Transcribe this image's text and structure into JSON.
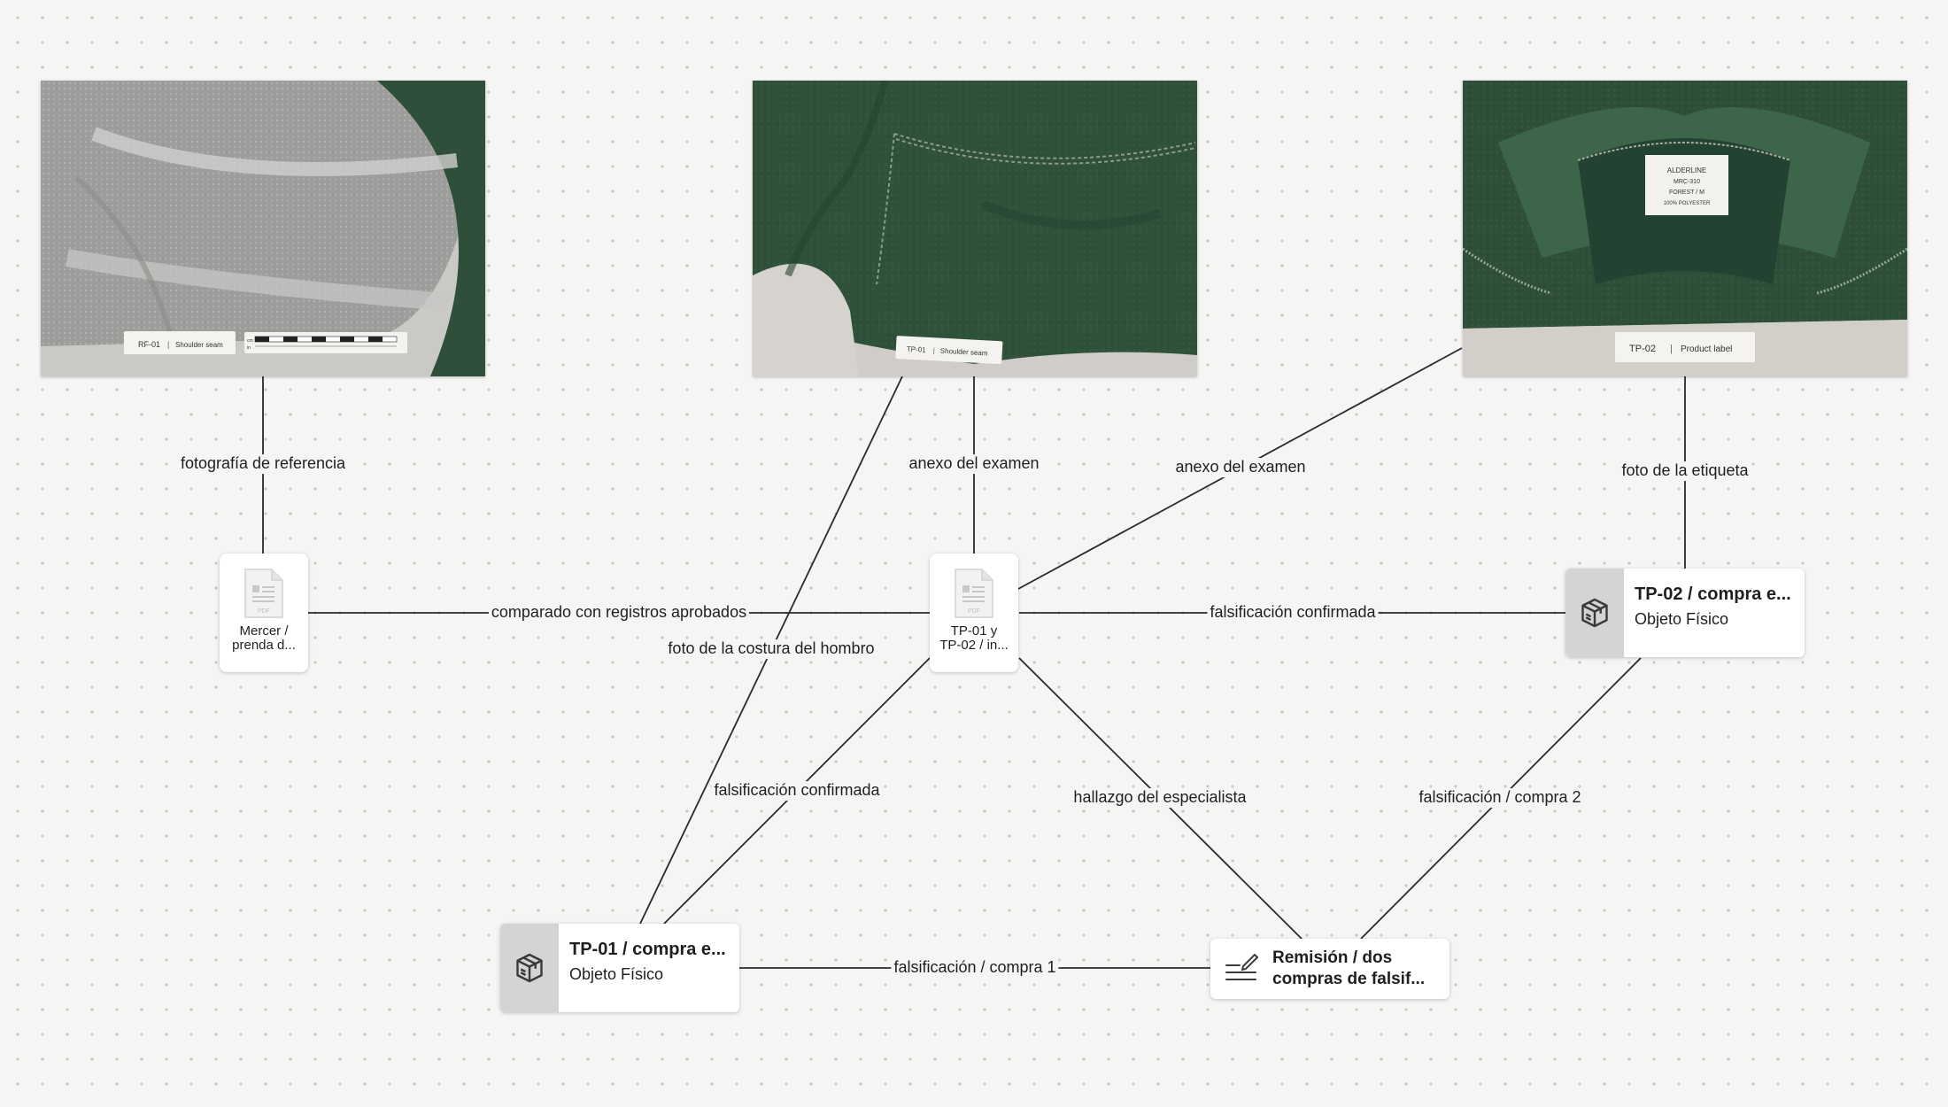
{
  "photos": {
    "rf01": {
      "tag_id": "RF-01",
      "tag_text": "Shoulder seam",
      "scale_units": [
        "cm",
        "in"
      ]
    },
    "tp01": {
      "tag_id": "TP-01",
      "tag_text": "Shoulder seam"
    },
    "tp02": {
      "tag_id": "TP-02",
      "tag_text": "Product label",
      "label_lines": [
        "ALDERLINE",
        "MRC-310",
        "FOREST / M",
        "100% POLYESTER"
      ]
    }
  },
  "nodes": {
    "mercer_doc": {
      "label_line1": "Mercer /",
      "label_line2": "prenda d...",
      "file_type": "PDF"
    },
    "tp_doc": {
      "label_line1": "TP-01 y",
      "label_line2": "TP-02 / in...",
      "file_type": "PDF"
    },
    "tp02_obj": {
      "title": "TP-02 / compra e...",
      "subtitle": "Objeto Físico"
    },
    "tp01_obj": {
      "title": "TP-01 / compra e...",
      "subtitle": "Objeto Físico"
    },
    "note": {
      "title_line1": "Remisión / dos",
      "title_line2": "compras de falsif..."
    }
  },
  "edges": {
    "ref_photo": "fotografía de referencia",
    "annex1": "anexo del examen",
    "annex2": "anexo del examen",
    "label_photo": "foto de la etiqueta",
    "compared": "comparado con registros aprobados",
    "confirmed_top": "falsificación confirmada",
    "seam_photo": "foto de la costura del hombro",
    "confirmed_left": "falsificación confirmada",
    "specialist": "hallazgo del especialista",
    "purchase2": "falsificación / compra 2",
    "purchase1": "falsificación / compra 1"
  }
}
